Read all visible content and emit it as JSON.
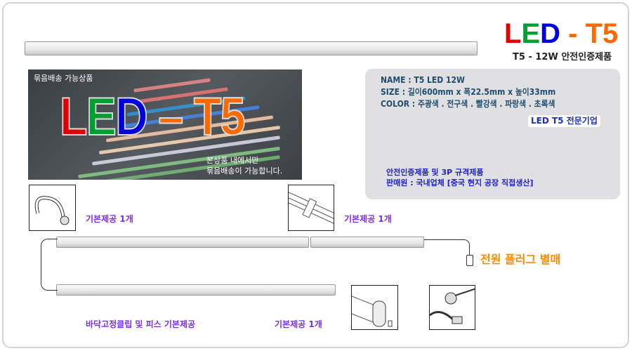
{
  "header": {
    "logo": {
      "part1": "L",
      "part2": "E",
      "part3": "D",
      "dash": " - ",
      "part4": "T5"
    },
    "subtitle": "T5 - 12W 안전인증제품"
  },
  "colors": {
    "red": "#e00000",
    "green": "#00a030",
    "blue": "#0000dd",
    "orange": "#ff6a00",
    "label_purple": "#7a2fe8"
  },
  "banner": {
    "top_text": "묶음배송 가능상품",
    "logo": "LED - T5",
    "bottom_line1": "본상품 내에서만",
    "bottom_line2": "묶음배송이 가능합니다."
  },
  "specs": {
    "name": "NAME : T5 LED 12W",
    "size": "SIZE : 길이600mm x 폭22.5mm x 높이33mm",
    "color": "COLOR : 주광색 . 전구색 . 빨강색 . 파랑색 . 초록색",
    "badge": "LED T5 전문기업",
    "cert": "안전인증제품 및 3P 규격제품",
    "seller": "판매원 : 국내업체 [중국 현지 공장 직접생산]"
  },
  "labels": {
    "cable": "기본제공 1개",
    "connector": "기본제공 1개",
    "clip": "바닥고정클립 및 피스 기본제공",
    "endcap": "기본제공 1개",
    "plug": "전원 플러그 별매"
  }
}
